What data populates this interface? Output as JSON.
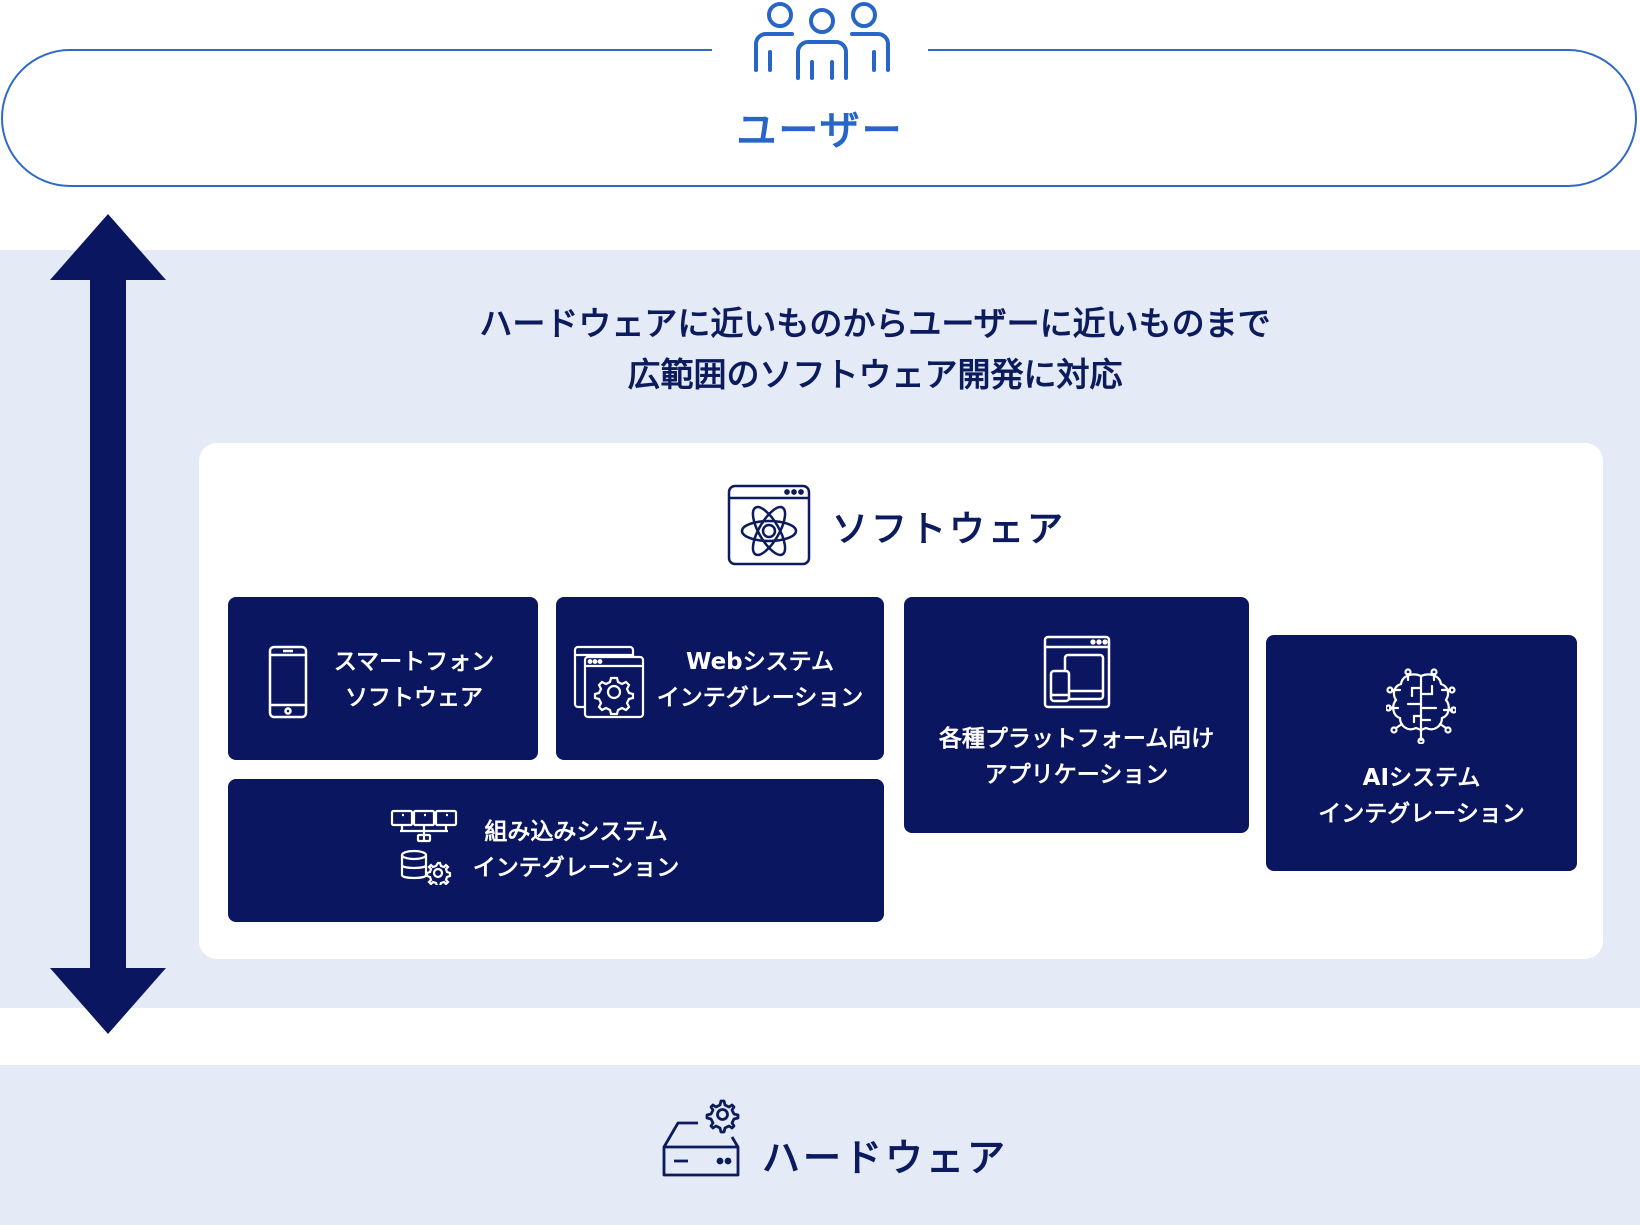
{
  "user": {
    "label": "ユーザー"
  },
  "headline": {
    "line1": "ハードウェアに近いものからユーザーに近いものまで",
    "line2": "広範囲のソフトウェア開発に対応"
  },
  "software": {
    "title": "ソフトウェア",
    "cards": [
      {
        "line1": "スマートフォン",
        "line2": "ソフトウェア"
      },
      {
        "line1": "Webシステム",
        "line2": "インテグレーション"
      },
      {
        "line1": "各種プラットフォーム向け",
        "line2": "アプリケーション"
      },
      {
        "line1": "AIシステム",
        "line2": "インテグレーション"
      },
      {
        "line1": "組み込みシステム",
        "line2": "インテグレーション"
      }
    ]
  },
  "hardware": {
    "label": "ハードウェア"
  },
  "colors": {
    "navy": "#0a1660",
    "user_blue": "#2766c6",
    "band": "#e5ebf6"
  }
}
